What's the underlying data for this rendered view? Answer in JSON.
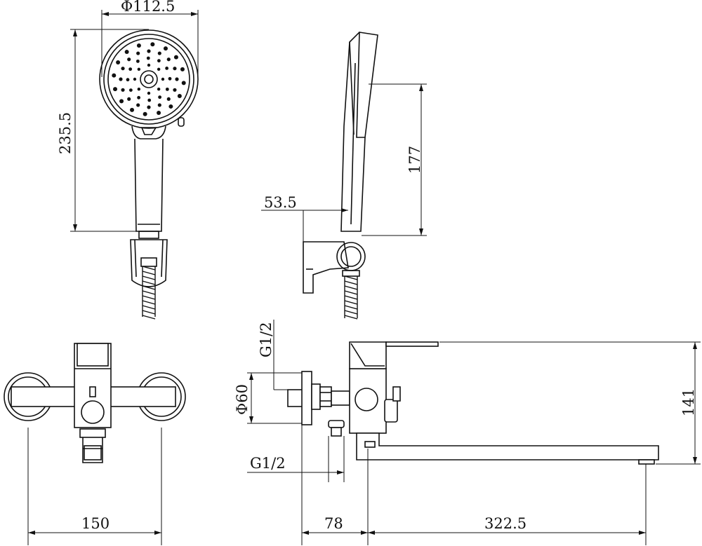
{
  "dimensions": {
    "head_diameter": "Φ112.5",
    "handset_length": "235.5",
    "handle_length": "177",
    "holder_offset": "53.5",
    "inlet_thread_top": "G1/2",
    "flange_diameter": "Φ60",
    "outlet_thread": "G1/2",
    "overall_height": "141",
    "center_distance": "150",
    "body_offset": "78",
    "spout_length": "322.5"
  }
}
